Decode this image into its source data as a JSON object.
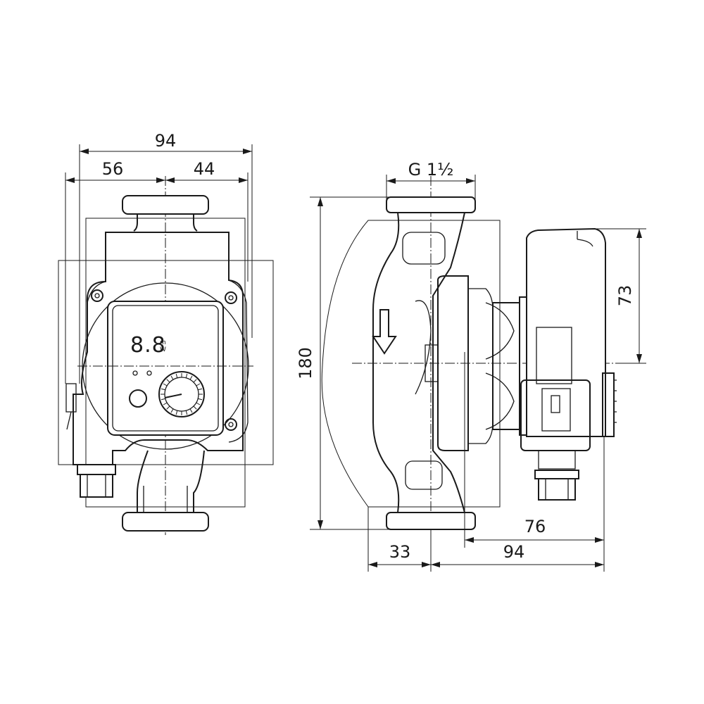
{
  "front_view": {
    "dimensions": {
      "overall_width": "94",
      "left_width": "56",
      "right_width": "44"
    },
    "display_digits": "8.8",
    "display_units": "m\nW"
  },
  "side_view": {
    "dimensions": {
      "thread": "G 1½",
      "overall_height": "180",
      "motor_height": "73",
      "left_depth": "33",
      "right_depth": "94",
      "motor_depth": "76"
    }
  }
}
